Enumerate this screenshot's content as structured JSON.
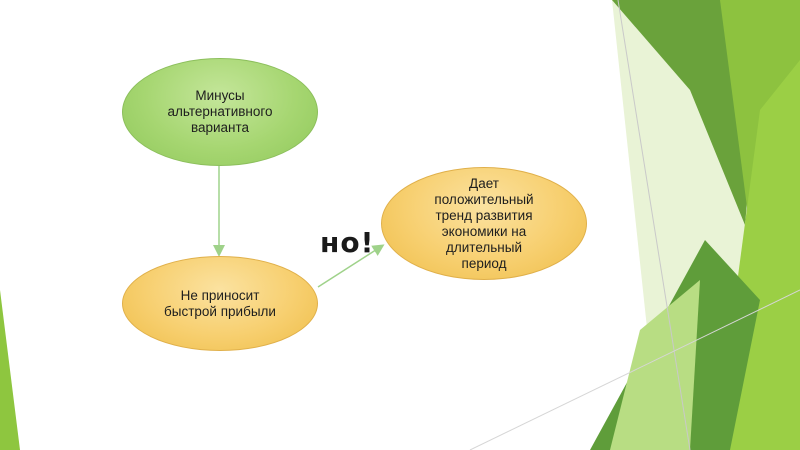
{
  "diagram": {
    "nodes": [
      {
        "id": "cons",
        "label": "Минусы\nальтернативного\nварианта"
      },
      {
        "id": "no-profit",
        "label": "Не приносит\nбыстрой прибыли"
      },
      {
        "id": "positive-trend",
        "label": "Дает\nположительный\nтренд развития\nэкономики на\nдлительный\nпериод"
      }
    ],
    "but_label": "но!"
  },
  "colors": {
    "green_node": "#a6d671",
    "orange_node": "#f7cf6f",
    "connector": "#9fd28a",
    "accent_dark_green": "#5f9d3a",
    "accent_lime": "#8ec63f"
  }
}
